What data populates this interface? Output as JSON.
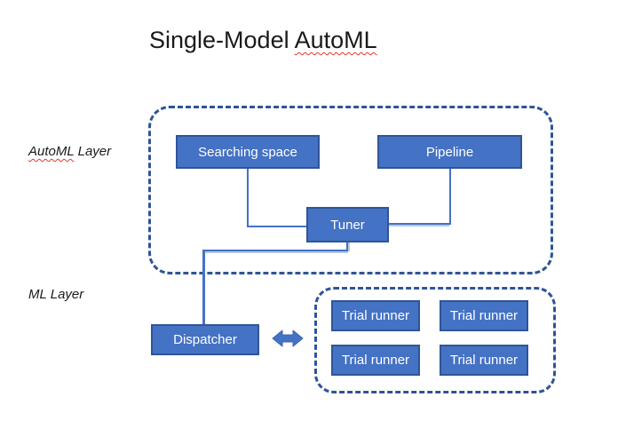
{
  "title": {
    "text_plain": "Single-Model ",
    "text_misspelled": "AutoML"
  },
  "labels": {
    "automl_layer_misspelled": "AutoML",
    "automl_layer_rest": " Layer",
    "ml_layer": "ML Layer"
  },
  "automl_layer": {
    "boxes": {
      "searching_space": "Searching space",
      "pipeline": "Pipeline",
      "tuner": "Tuner"
    }
  },
  "ml_layer": {
    "dispatcher": "Dispatcher",
    "trial_runners": [
      "Trial runner",
      "Trial runner",
      "Trial runner",
      "Trial runner"
    ]
  },
  "icons": {
    "double_arrow": "left-right-arrow-icon"
  },
  "colors": {
    "node_fill": "#4472c4",
    "node_border": "#2f5597",
    "node_text": "#ffffff",
    "dashed_border": "#2f5597",
    "connector": "#4472c4",
    "connector_highlight": "#b4c7e7",
    "spellcheck_squiggle": "#e5352b",
    "title_text": "#1a1a1a",
    "background": "#ffffff"
  }
}
